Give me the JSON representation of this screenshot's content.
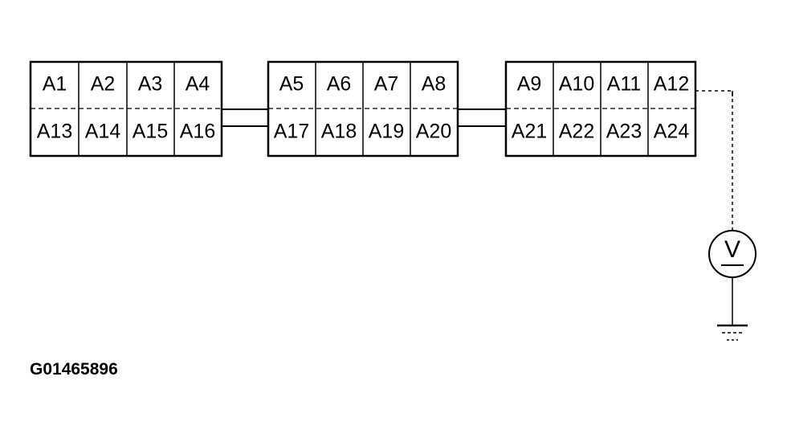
{
  "figure_id": "G01465896",
  "meter": {
    "symbol": "V",
    "icon": "voltmeter-icon"
  },
  "ground": {
    "icon": "ground-icon"
  },
  "connectors": [
    {
      "top": [
        "A1",
        "A2",
        "A3",
        "A4"
      ],
      "bottom": [
        "A13",
        "A14",
        "A15",
        "A16"
      ]
    },
    {
      "top": [
        "A5",
        "A6",
        "A7",
        "A8"
      ],
      "bottom": [
        "A17",
        "A18",
        "A19",
        "A20"
      ]
    },
    {
      "top": [
        "A9",
        "A10",
        "A11",
        "A12"
      ],
      "bottom": [
        "A21",
        "A22",
        "A23",
        "A24"
      ]
    }
  ],
  "colors": {
    "line": "#000000",
    "background": "#ffffff"
  }
}
